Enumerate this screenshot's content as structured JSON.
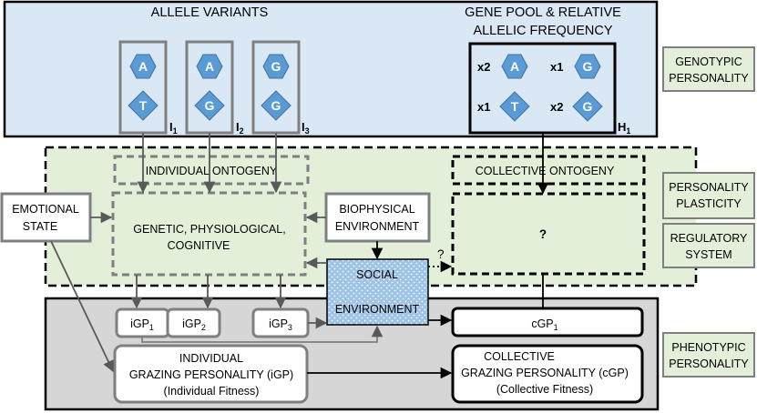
{
  "colors": {
    "genotypic_bg": "#dae8f6",
    "plasticity_bg": "#e3efd9",
    "phenotypic_bg": "#d6d6d6",
    "allele_fill": "#5b9bd5",
    "allele_stroke": "#41719c",
    "grey_box": "#7f7f7f",
    "side_label_fill": "#e3efd9"
  },
  "headers": {
    "allele_variants": "ALLELE VARIANTS",
    "gene_pool_line1": "GENE POOL & RELATIVE",
    "gene_pool_line2": "ALLELIC FREQUENCY"
  },
  "individuals": [
    {
      "top": "A",
      "bottom": "T",
      "label": "I",
      "sub": "1"
    },
    {
      "top": "A",
      "bottom": "G",
      "label": "I",
      "sub": "2"
    },
    {
      "top": "G",
      "bottom": "G",
      "label": "I",
      "sub": "3"
    }
  ],
  "gene_pool": {
    "items": [
      {
        "count": "x2",
        "allele": "A"
      },
      {
        "count": "x1",
        "allele": "G"
      },
      {
        "count": "x1",
        "allele": "T"
      },
      {
        "count": "x2",
        "allele": "G"
      }
    ],
    "label": "H",
    "sub": "1"
  },
  "side_labels": {
    "genotypic": [
      "GENOTYPIC",
      "PERSONALITY"
    ],
    "plasticity": [
      "PERSONALITY",
      "PLASTICITY"
    ],
    "regulatory": [
      "REGULATORY",
      "SYSTEM"
    ],
    "phenotypic": [
      "PHENOTYPIC",
      "PERSONALITY"
    ]
  },
  "boxes": {
    "individual_ontogeny": "INDIVIDUAL ONTOGENY",
    "collective_ontogeny": "COLLECTIVE ONTOGENY",
    "genetic": [
      "GENETIC, PHYSIOLOGICAL,",
      "COGNITIVE"
    ],
    "emotional_state": [
      "EMOTIONAL",
      "STATE"
    ],
    "biophysical": [
      "BIOPHYSICAL",
      "ENVIRONMENT"
    ],
    "unknown": "?",
    "link_question": "?",
    "social": [
      "SOCIAL",
      "ENVIRONMENT"
    ],
    "igp": [
      {
        "label": "iGP",
        "sub": "1"
      },
      {
        "label": "iGP",
        "sub": "2"
      },
      {
        "label": "iGP",
        "sub": "3"
      }
    ],
    "cgp1": {
      "label": "cGP",
      "sub": "1"
    },
    "individual_gp": [
      "INDIVIDUAL",
      "GRAZING PERSONALITY (iGP)",
      "(Individual Fitness)"
    ],
    "collective_gp": [
      "COLLECTIVE",
      "GRAZING PERSONALITY (cGP)",
      "(Collective Fitness)"
    ]
  }
}
